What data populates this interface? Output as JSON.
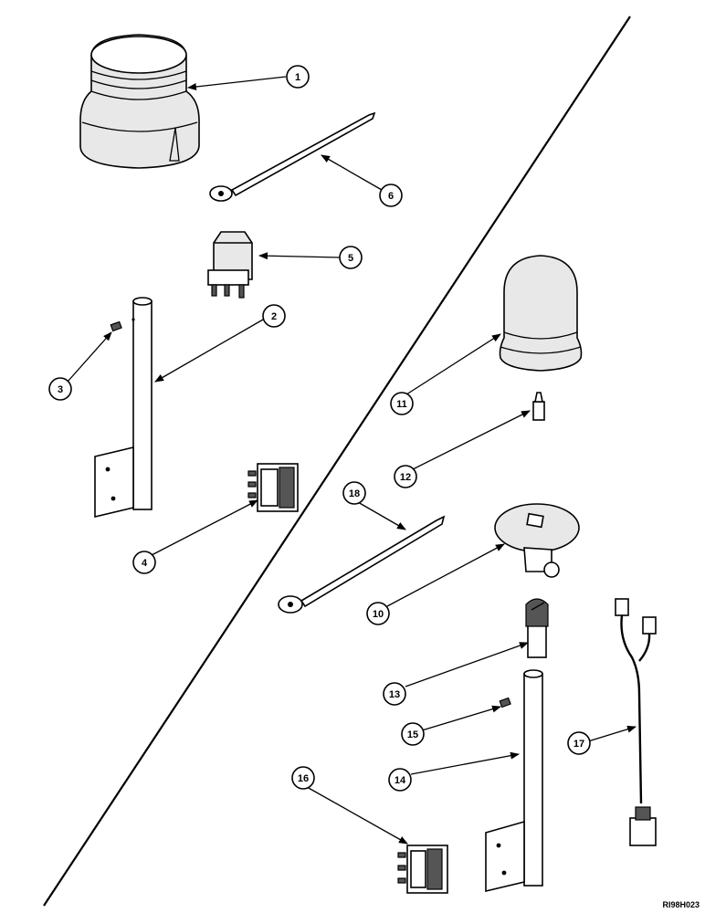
{
  "drawing": {
    "reference_code": "RI98H023",
    "callouts": [
      {
        "label": "1"
      },
      {
        "label": "2"
      },
      {
        "label": "3"
      },
      {
        "label": "4"
      },
      {
        "label": "5"
      },
      {
        "label": "6"
      },
      {
        "label": "10"
      },
      {
        "label": "11"
      },
      {
        "label": "12"
      },
      {
        "label": "13"
      },
      {
        "label": "14"
      },
      {
        "label": "15"
      },
      {
        "label": "16"
      },
      {
        "label": "17"
      },
      {
        "label": "18"
      }
    ]
  }
}
